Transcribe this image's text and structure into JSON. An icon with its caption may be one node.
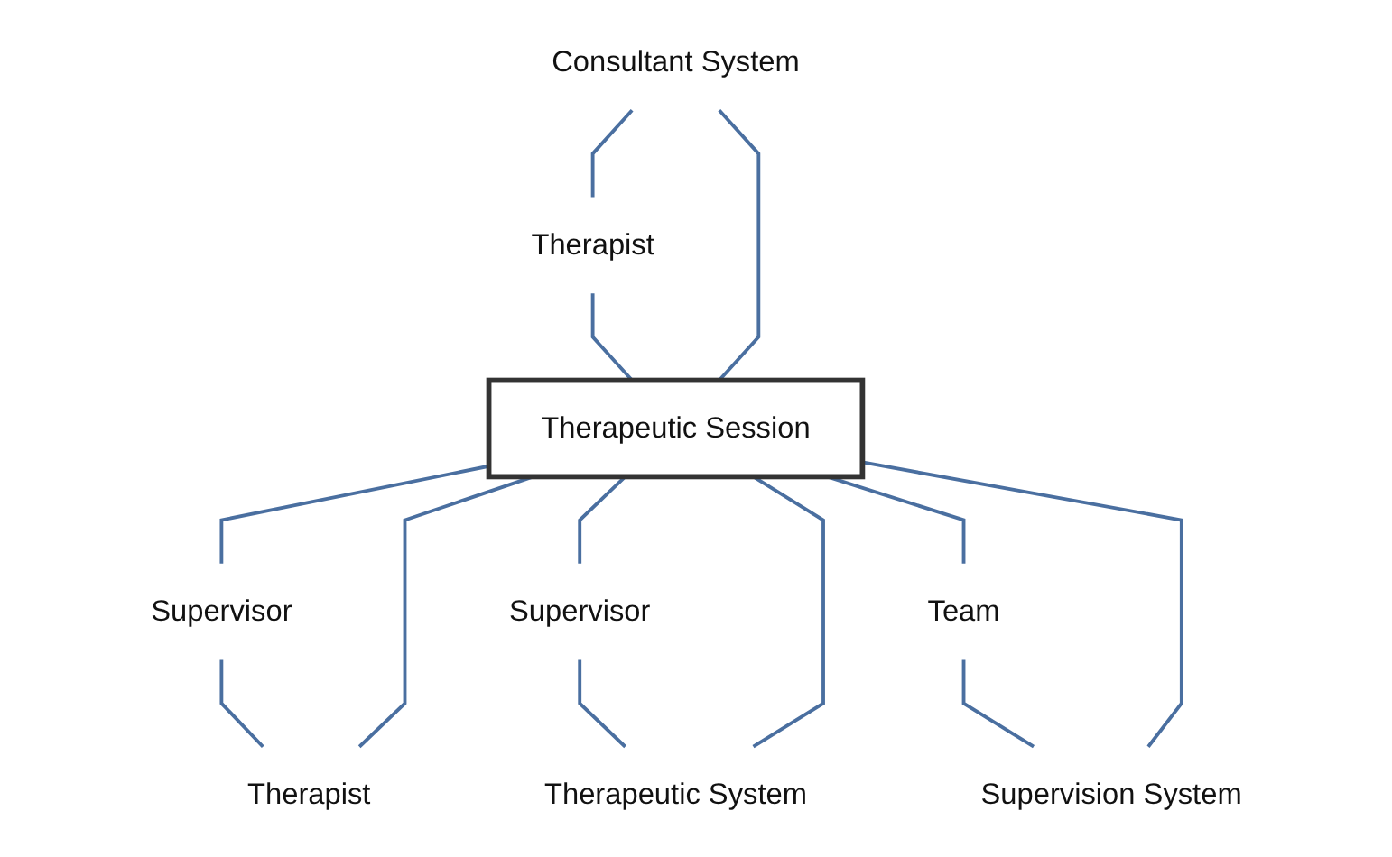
{
  "diagram": {
    "nodes": [
      {
        "text": [
          "Consultant System"
        ]
      },
      {
        "text": [
          "Supervisor"
        ]
      },
      {
        "text": [
          "Therapist"
        ]
      },
      {
        "text": [
          "Therapist"
        ]
      },
      {
        "text": [
          "Therapeutic Session"
        ]
      },
      {
        "text": [
          "Supervisor"
        ]
      },
      {
        "text": [
          "Team"
        ]
      },
      {
        "text": [
          "Therapeutic System"
        ]
      },
      {
        "text": [
          "Supervision System"
        ]
      }
    ],
    "edges": [
      {
        "from": 0,
        "to": 2,
        "arrow": "none"
      },
      {
        "from": 2,
        "to": 4,
        "arrow": "none"
      },
      {
        "from": 4,
        "to": 0,
        "arrow": "none"
      },
      {
        "from": 1,
        "to": 3,
        "arrow": "none"
      },
      {
        "from": 3,
        "to": 4,
        "arrow": "none"
      },
      {
        "from": 4,
        "to": 1,
        "arrow": "none"
      },
      {
        "from": 5,
        "to": 7,
        "arrow": "none"
      },
      {
        "from": 7,
        "to": 4,
        "arrow": "none"
      },
      {
        "from": 4,
        "to": 5,
        "arrow": "none"
      },
      {
        "from": 4,
        "to": 6,
        "arrow": "none"
      },
      {
        "from": 6,
        "to": 8,
        "arrow": "none"
      },
      {
        "from": 8,
        "to": 4,
        "arrow": "none"
      }
    ]
  }
}
